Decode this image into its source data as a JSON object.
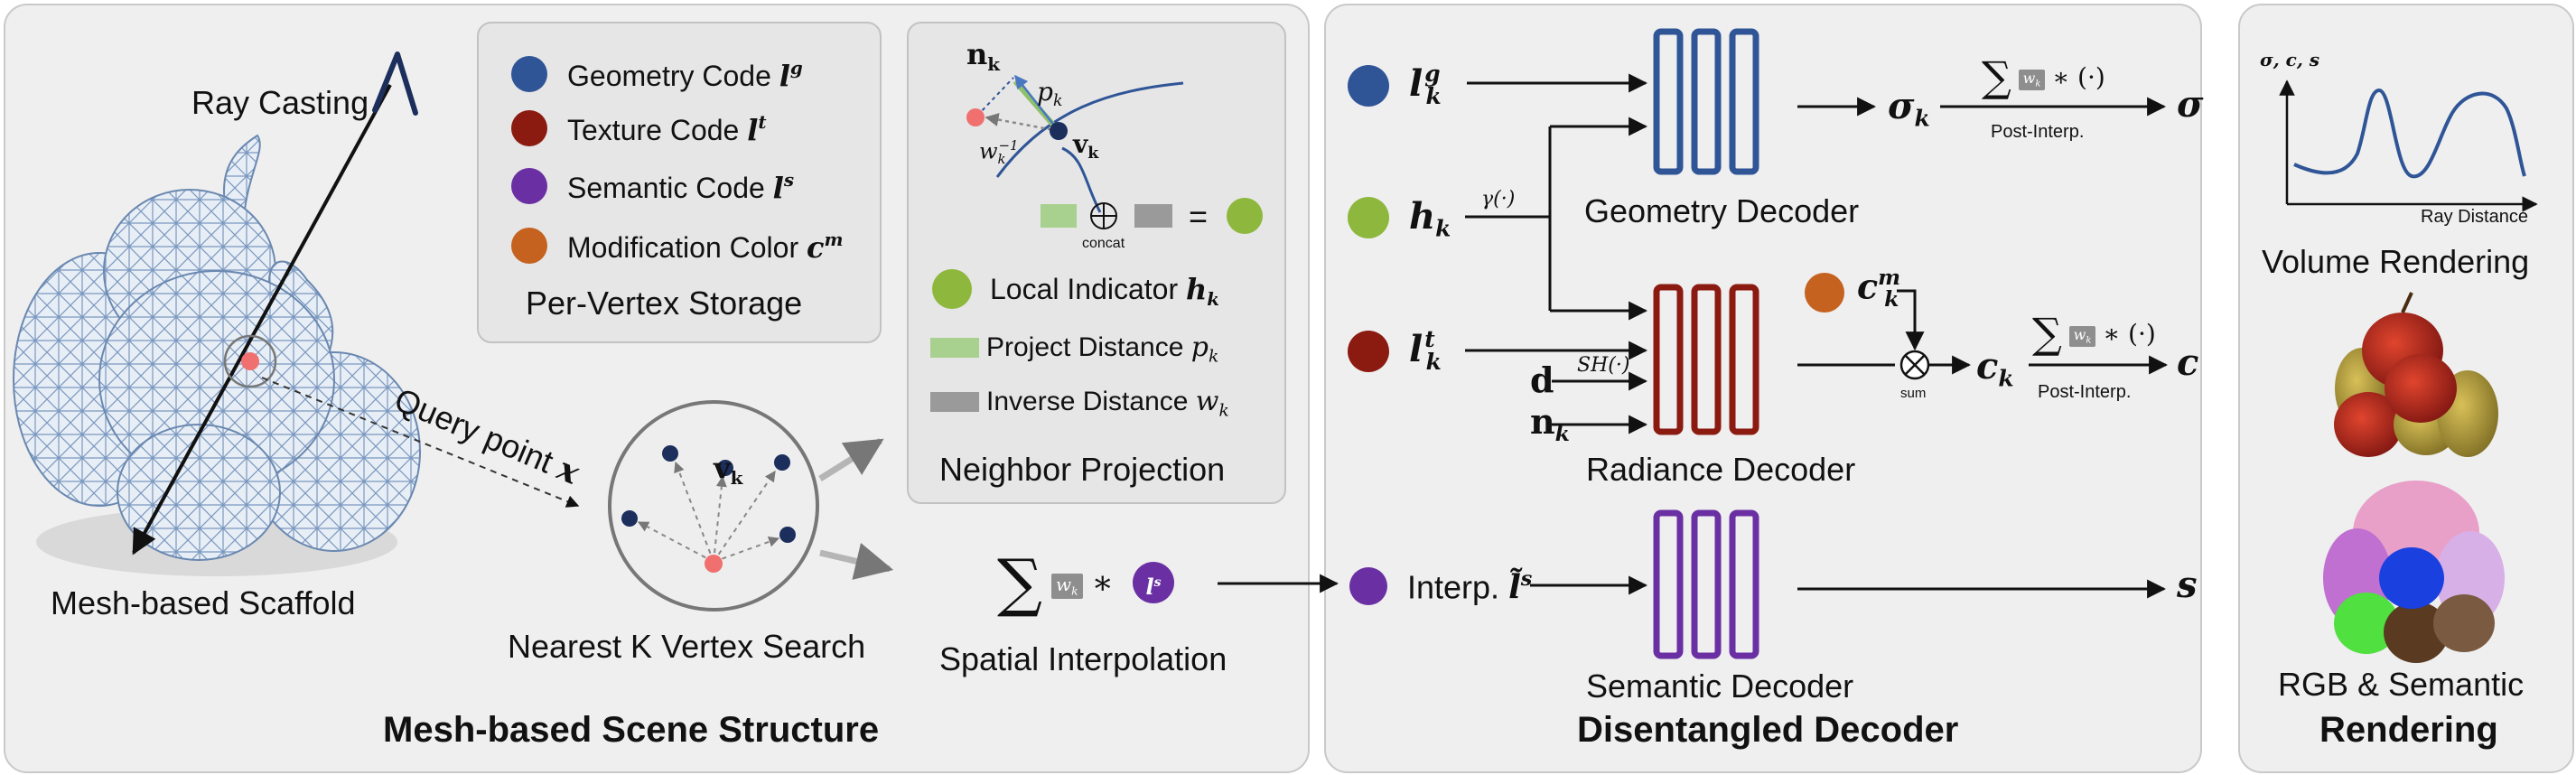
{
  "mesh_section": {
    "title": "Mesh-based Scene Structure",
    "ray_casting": "Ray Casting",
    "query_point": "Query point",
    "query_var": "x",
    "scaffold_label": "Mesh-based Scaffold",
    "knn_label": "Nearest K Vertex Search",
    "vk": "v",
    "vk_sub": "k"
  },
  "storage": {
    "title": "Per-Vertex Storage",
    "items": [
      {
        "label": "Geometry Code",
        "sym": "l",
        "sup": "g",
        "color": "#2f5597"
      },
      {
        "label": "Texture Code",
        "sym": "l",
        "sup": "t",
        "color": "#8b1a10"
      },
      {
        "label": "Semantic Code",
        "sym": "l",
        "sup": "s",
        "color": "#6a2fa3"
      },
      {
        "label": "Modification Color",
        "sym": "c",
        "sup": "m",
        "color": "#c5621f"
      }
    ]
  },
  "projection": {
    "title": "Neighbor Projection",
    "nk": "n",
    "pk": "p",
    "wk_inv": "w",
    "wk_inv_sup": "−1",
    "vk": "v",
    "k": "k",
    "concat": "concat",
    "equals": "=",
    "legend": [
      {
        "label": "Local Indicator",
        "sym": "h"
      },
      {
        "label": "Project Distance",
        "sym": "p"
      },
      {
        "label": "Inverse Distance",
        "sym": "w"
      }
    ]
  },
  "interp": {
    "title": "Spatial Interpolation",
    "sigma": "∑",
    "wk": "w",
    "k": "k",
    "times": "∗",
    "l": "l",
    "s": "s"
  },
  "decoder": {
    "title": "Disentangled Decoder",
    "geometry": "Geometry Decoder",
    "radiance": "Radiance Decoder",
    "semantic": "Semantic Decoder",
    "in_lg": "l",
    "in_lg_sup": "g",
    "in_h": "h",
    "in_lt": "l",
    "in_lt_sup": "t",
    "in_d": "d",
    "in_n": "n",
    "k": "k",
    "gamma": "γ(·)",
    "sh": "SH(·)",
    "cm": "c",
    "cm_sup": "m",
    "sum_label": "sum",
    "sigma_k": "σ",
    "c_k": "c",
    "post_interp": "Post-Interp.",
    "post_formula_sigma": "∑",
    "post_formula_rest": "∗ (·)",
    "out_sigma": "σ",
    "out_c": "c",
    "out_s": "s",
    "interp_label": "Interp.",
    "interp_sym": "l̃",
    "interp_sup": "s",
    "colors": {
      "geometry": "#2f5597",
      "radiance": "#8b1a10",
      "semantic": "#6a2fa3",
      "h": "#8db83d",
      "cm": "#c5621f"
    }
  },
  "rendering": {
    "title": "Rendering",
    "volume": "Volume Rendering",
    "rgb_sem": "RGB & Semantic",
    "plot_ylabel": "σ, c, s",
    "plot_xlabel": "Ray Distance"
  }
}
